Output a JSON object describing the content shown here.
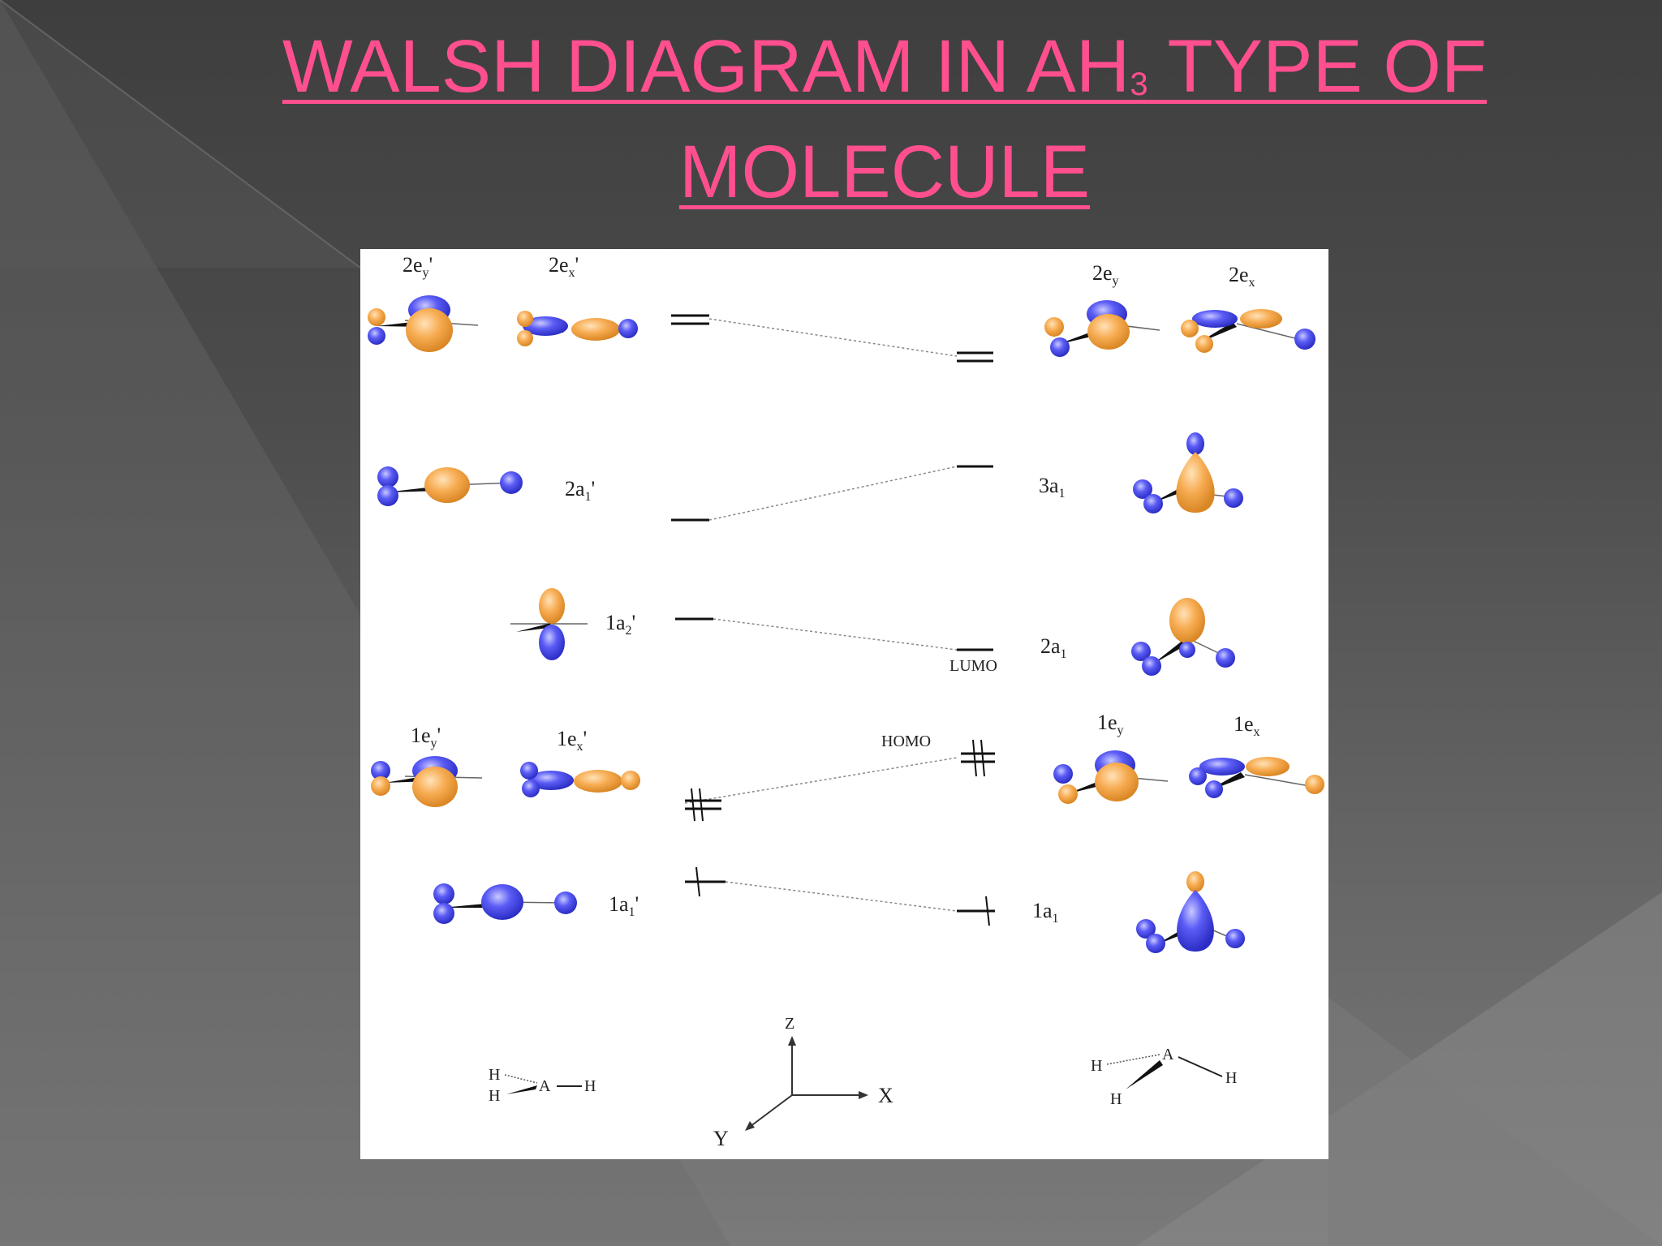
{
  "slide": {
    "title_prefix": "WALSH DIAGRAM IN AH",
    "title_subscript": "3",
    "title_suffix": " TYPE OF",
    "title_line2": "MOLECULE"
  },
  "diagram": {
    "left_orbitals": [
      {
        "id": "2ey-prime",
        "base": "2e",
        "sub": "y",
        "prime": "'"
      },
      {
        "id": "2ex-prime",
        "base": "2e",
        "sub": "x",
        "prime": "'"
      },
      {
        "id": "2a1-prime",
        "base": "2a",
        "sub": "1",
        "prime": "'"
      },
      {
        "id": "1a2-prime",
        "base": "1a",
        "sub": "2",
        "prime": "'"
      },
      {
        "id": "1ey-prime",
        "base": "1e",
        "sub": "y",
        "prime": "'"
      },
      {
        "id": "1ex-prime",
        "base": "1e",
        "sub": "x",
        "prime": "'"
      },
      {
        "id": "1a1-prime",
        "base": "1a",
        "sub": "1",
        "prime": "'"
      }
    ],
    "right_orbitals": [
      {
        "id": "2ey",
        "base": "2e",
        "sub": "y"
      },
      {
        "id": "2ex",
        "base": "2e",
        "sub": "x"
      },
      {
        "id": "3a1",
        "base": "3a",
        "sub": "1"
      },
      {
        "id": "2a1",
        "base": "2a",
        "sub": "1"
      },
      {
        "id": "1ey",
        "base": "1e",
        "sub": "y"
      },
      {
        "id": "1ex",
        "base": "1e",
        "sub": "x"
      },
      {
        "id": "1a1",
        "base": "1a",
        "sub": "1"
      }
    ],
    "frontier": {
      "lumo": "LUMO",
      "homo": "HOMO"
    },
    "axes": {
      "z": "Z",
      "x": "X",
      "y": "Y"
    },
    "planar_structure": {
      "h": "H",
      "a": "A"
    },
    "pyramidal_structure": {
      "h": "H",
      "a": "A"
    },
    "colors": {
      "lobe_blue": "#4b4ff0",
      "lobe_orange": "#f5a94a",
      "title": "#ff4f8f"
    }
  }
}
